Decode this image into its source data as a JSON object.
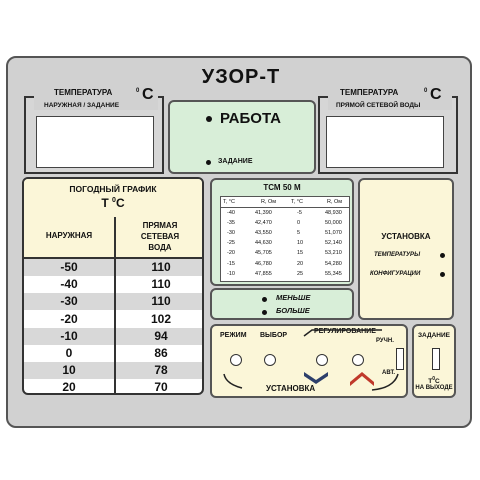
{
  "title": "УЗОР-Т",
  "left_temp": {
    "title": "ТЕМПЕРАТУРА",
    "unit_sup": "0",
    "unit": "C",
    "subtitle": "НАРУЖНАЯ / ЗАДАНИЕ"
  },
  "right_temp": {
    "title": "ТЕМПЕРАТУРА",
    "unit_sup": "0",
    "unit": "C",
    "subtitle": "ПРЯМОЙ СЕТЕВОЙ ВОДЫ"
  },
  "work": {
    "label": "РАБОТА",
    "task": "ЗАДАНИЕ"
  },
  "schedule": {
    "title": "ПОГОДНЫЙ ГРАФИК",
    "unit": "T",
    "unit_sup": "0",
    "unit_c": "C",
    "col1": "НАРУЖНАЯ",
    "col2_l1": "ПРЯМАЯ",
    "col2_l2": "СЕТЕВАЯ",
    "col2_l3": "ВОДА",
    "rows": [
      {
        "outside": "-50",
        "water": "110"
      },
      {
        "outside": "-40",
        "water": "110"
      },
      {
        "outside": "-30",
        "water": "110"
      },
      {
        "outside": "-20",
        "water": "102"
      },
      {
        "outside": "-10",
        "water": "94"
      },
      {
        "outside": "0",
        "water": "86"
      },
      {
        "outside": "10",
        "water": "78"
      },
      {
        "outside": "20",
        "water": "70"
      }
    ]
  },
  "tsm": {
    "title": "ТСМ 50 М",
    "h_t": "T, °C",
    "h_r": "R, Ом",
    "rows": [
      [
        "-40",
        "41,390",
        "-5",
        "48,930"
      ],
      [
        "-35",
        "42,470",
        "0",
        "50,000"
      ],
      [
        "-30",
        "43,550",
        "5",
        "51,070"
      ],
      [
        "-25",
        "44,630",
        "10",
        "52,140"
      ],
      [
        "-20",
        "45,705",
        "15",
        "53,210"
      ],
      [
        "-15",
        "46,780",
        "20",
        "54,280"
      ],
      [
        "-10",
        "47,855",
        "25",
        "55,345"
      ]
    ]
  },
  "less_more": {
    "less": "МЕНЬШЕ",
    "more": "БОЛЬШЕ"
  },
  "setup": {
    "title": "УСТАНОВКА",
    "temps": "ТЕМПЕРАТУРЫ",
    "config": "КОНФИГУРАЦИИ"
  },
  "controls": {
    "mode": "РЕЖИМ",
    "select": "ВЫБОР",
    "reg": "РЕГУЛИРОВАНИЕ",
    "manual": "РУЧН.",
    "auto": "АВТ.",
    "setup": "УСТАНОВКА"
  },
  "zadanie": {
    "title": "ЗАДАНИЕ",
    "t": "T",
    "t_sup": "0",
    "t_c": "C",
    "out": "НА ВЫХОДЕ"
  }
}
